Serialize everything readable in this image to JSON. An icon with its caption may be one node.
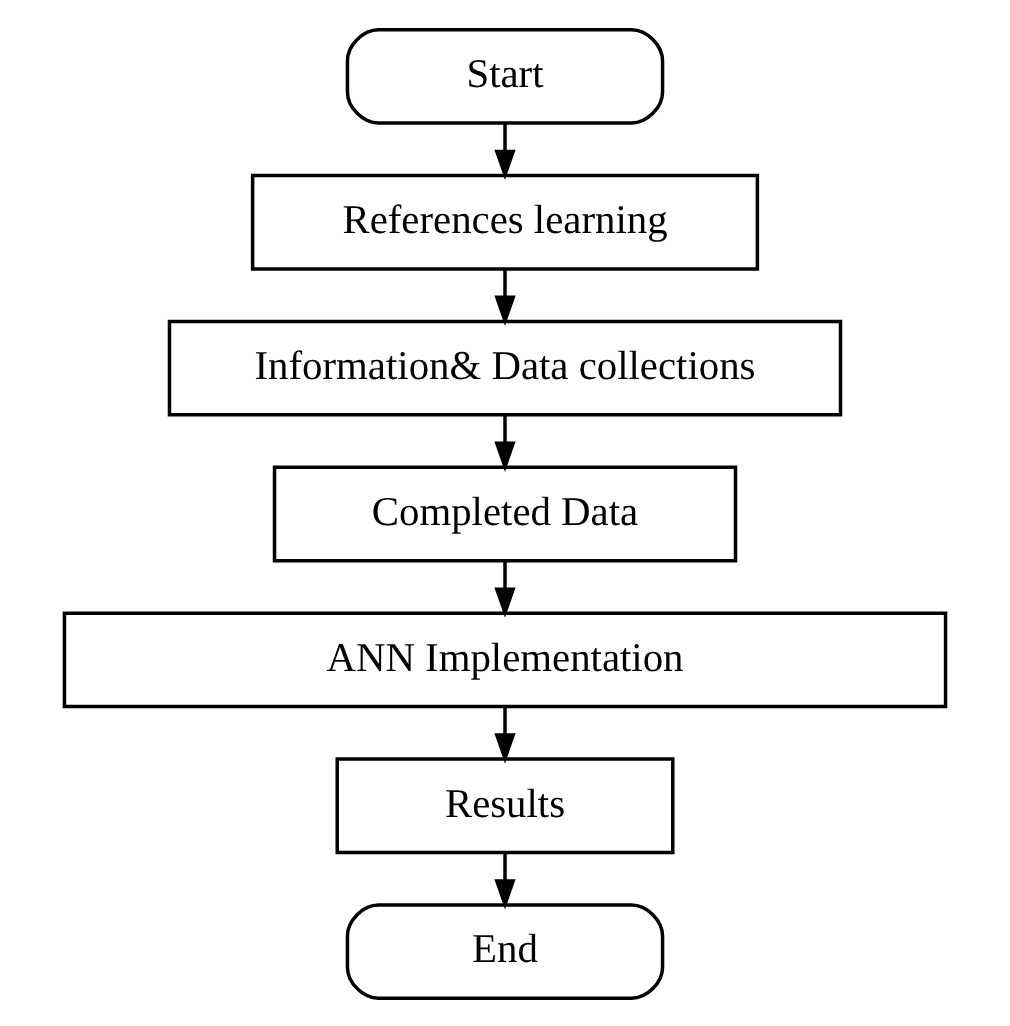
{
  "diagram": {
    "nodes": [
      {
        "text": [
          "Start"
        ]
      },
      {
        "text": [
          "References learning"
        ]
      },
      {
        "text": [
          "Information& Data collections"
        ]
      },
      {
        "text": [
          "Completed Data"
        ]
      },
      {
        "text": [
          "ANN Implementation"
        ]
      },
      {
        "text": [
          "Results"
        ]
      },
      {
        "text": [
          "End"
        ]
      }
    ],
    "edges": [
      {
        "from": 0,
        "to": 1,
        "arrow": "to"
      },
      {
        "from": 1,
        "to": 2,
        "arrow": "to"
      },
      {
        "from": 2,
        "to": 3,
        "arrow": "to"
      },
      {
        "from": 3,
        "to": 4,
        "arrow": "to"
      },
      {
        "from": 4,
        "to": 5,
        "arrow": "to"
      },
      {
        "from": 5,
        "to": 6,
        "arrow": "to"
      }
    ]
  }
}
